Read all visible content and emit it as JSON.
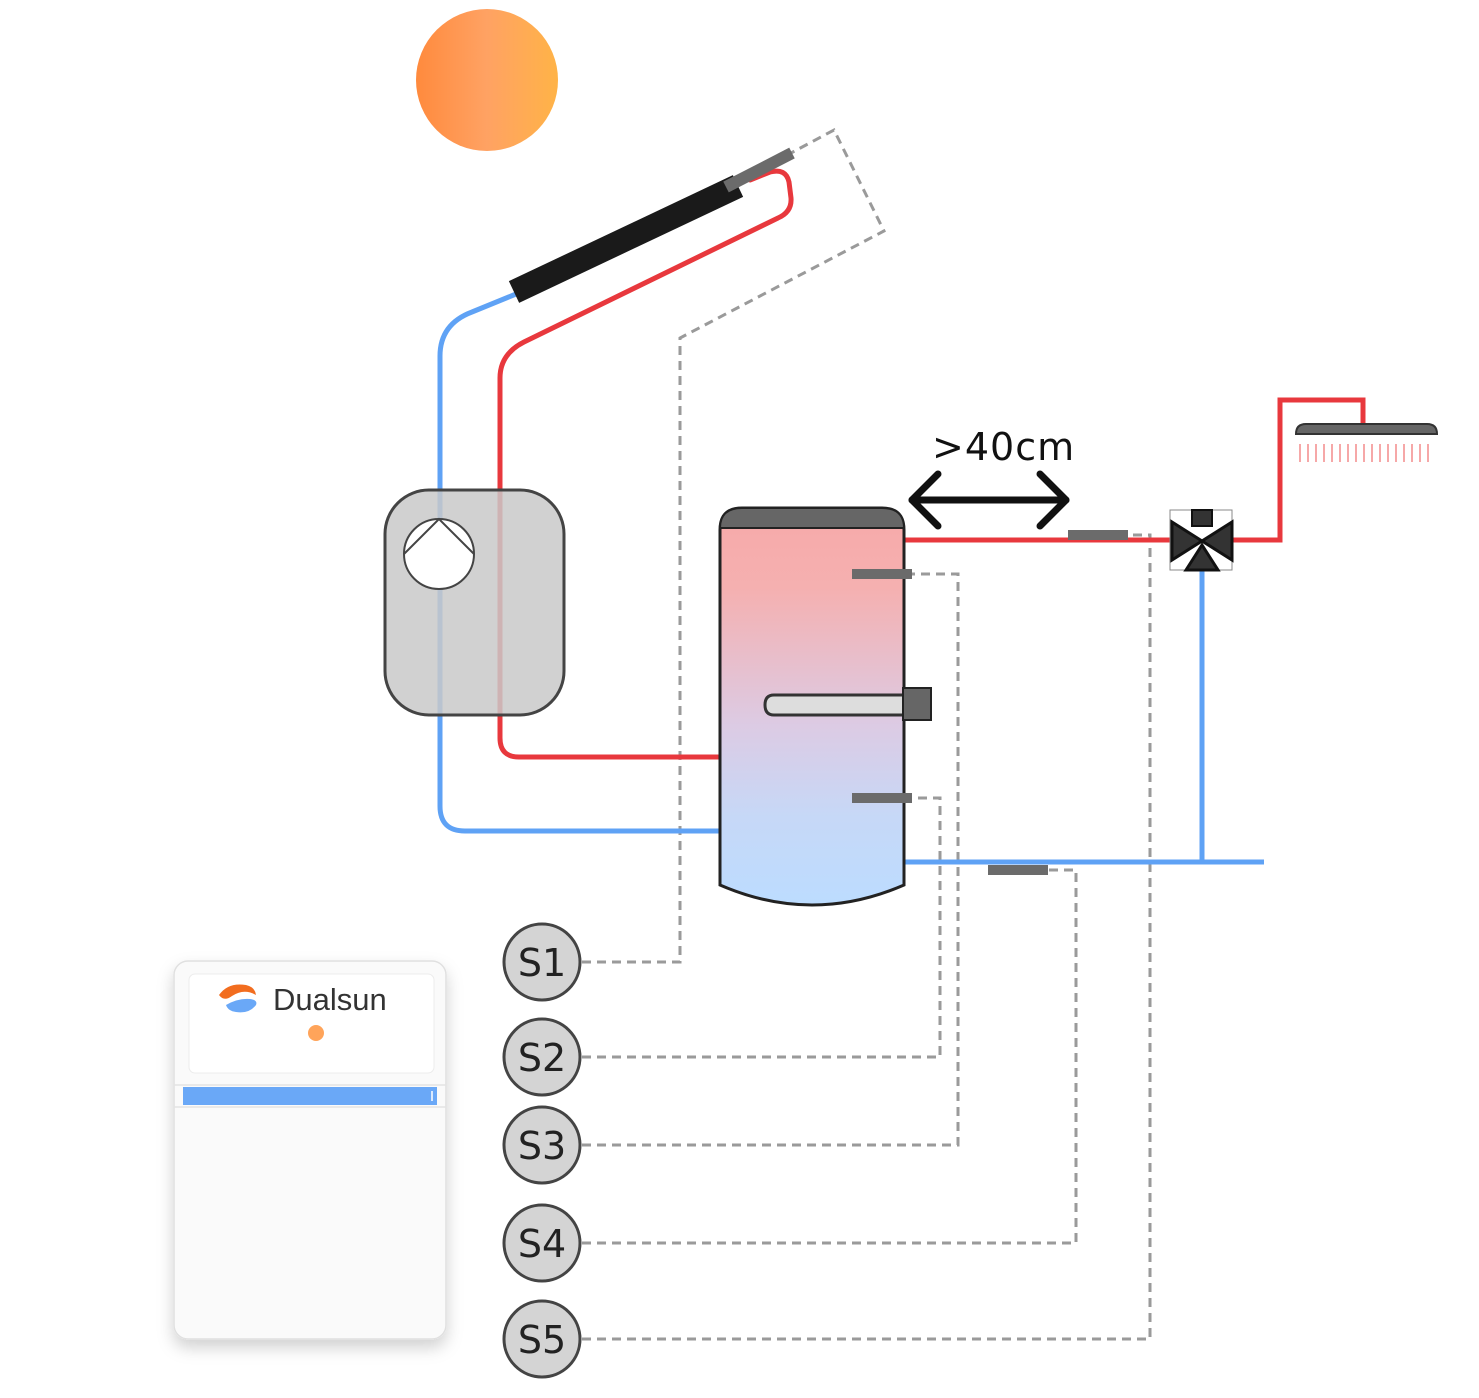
{
  "distance_label": ">40cm",
  "controller": {
    "brand": "Dualsun"
  },
  "sensors": [
    {
      "id": "s1",
      "label": "S1"
    },
    {
      "id": "s2",
      "label": "S2"
    },
    {
      "id": "s3",
      "label": "S3"
    },
    {
      "id": "s4",
      "label": "S4"
    },
    {
      "id": "s5",
      "label": "S5"
    }
  ],
  "colors": {
    "hot_pipe": "#e8383d",
    "cold_pipe": "#5fa2f5",
    "sensor_wire": "#9a9a9a",
    "tank_top": "#f7a9a9",
    "tank_bottom": "#bcdcff",
    "sun_start": "#ff8a3d",
    "sun_end": "#ffb347",
    "brand_blue": "#6aa8f7"
  },
  "icons": {
    "sun": "sun-icon",
    "solar_panel": "solar-panel-icon",
    "pump": "pump-icon",
    "tank": "hot-water-tank-icon",
    "mixing_valve": "three-way-valve-icon",
    "shower": "shower-head-icon",
    "controller_logo": "dualsun-logo-icon"
  }
}
